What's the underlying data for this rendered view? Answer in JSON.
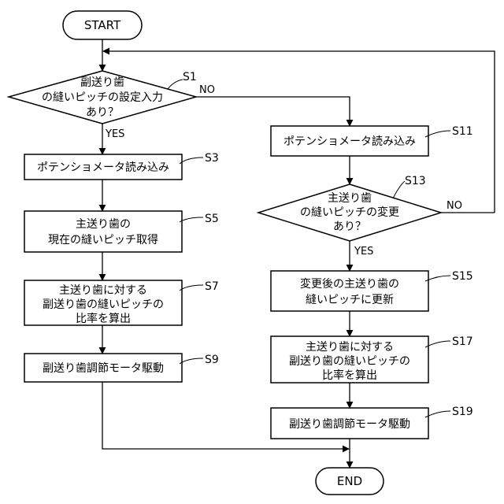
{
  "terminals": {
    "start": "START",
    "end": "END"
  },
  "decisions": {
    "s1": [
      "副送り歯",
      "の縫いピッチの設定入力",
      "あり？"
    ],
    "s13": [
      "主送り歯",
      "の縫いピッチの変更",
      "あり？"
    ]
  },
  "processes": {
    "s3": [
      "ポテンショメータ読み込み"
    ],
    "s5": [
      "主送り歯の",
      "現在の縫いピッチ取得"
    ],
    "s7": [
      "主送り歯に対する",
      "副送り歯の縫いピッチの",
      "比率を算出"
    ],
    "s9": [
      "副送り歯調節モータ駆動"
    ],
    "s11": [
      "ポテンショメータ読み込み"
    ],
    "s15": [
      "変更後の主送り歯の",
      "縫いピッチに更新"
    ],
    "s17": [
      "主送り歯に対する",
      "副送り歯の縫いピッチの",
      "比率を算出"
    ],
    "s19": [
      "副送り歯調節モータ駆動"
    ]
  },
  "step_labels": {
    "s1": "S1",
    "s3": "S3",
    "s5": "S5",
    "s7": "S7",
    "s9": "S9",
    "s11": "S11",
    "s13": "S13",
    "s15": "S15",
    "s17": "S17",
    "s19": "S19"
  },
  "branch_labels": {
    "s1_yes": "YES",
    "s1_no": "NO",
    "s13_yes": "YES",
    "s13_no": "NO"
  }
}
